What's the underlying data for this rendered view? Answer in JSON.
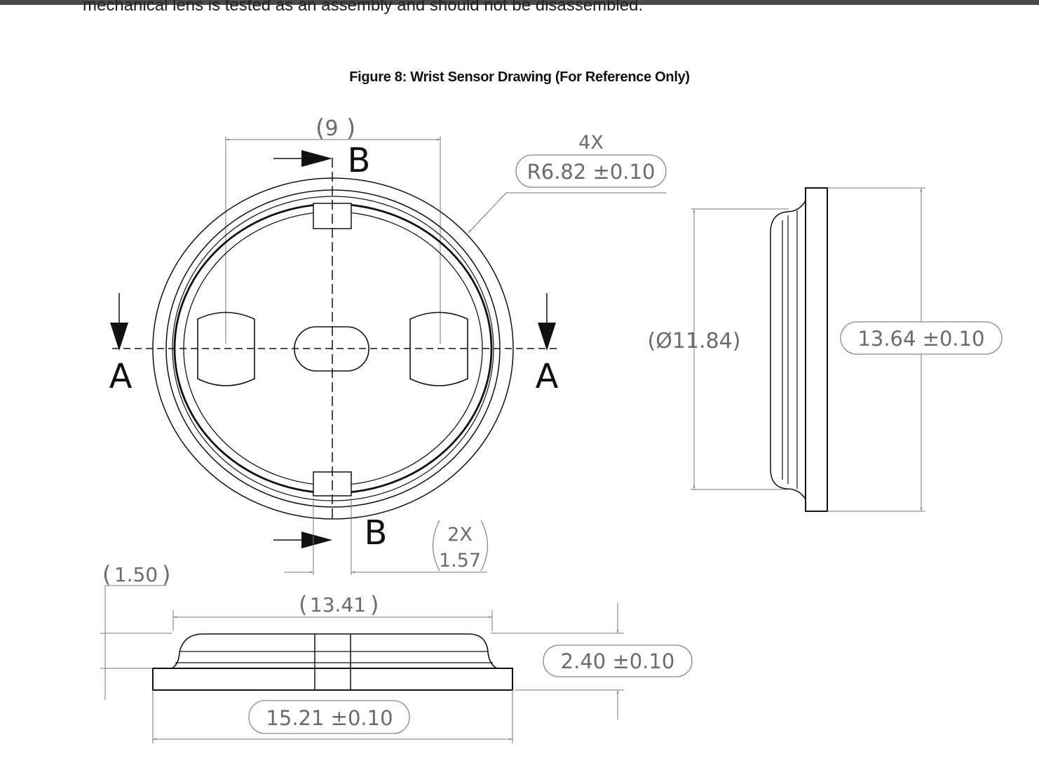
{
  "document": {
    "body_text": "mechanical lens is tested as an assembly and should not be disassembled.",
    "figure_caption": "Figure 8: Wrist Sensor Drawing (For Reference Only)"
  },
  "drawing": {
    "section_labels": {
      "a_left": "A",
      "a_right": "A",
      "b_top": "B",
      "b_bottom": "B"
    },
    "dimensions": {
      "slot_spacing": "9",
      "radius_count": "4X",
      "radius": "R6.82 ±0.10",
      "inner_diameter": "(Ø11.84)",
      "outer_height": "13.64 ±0.10",
      "slot_count": "2X",
      "slot_width": "1.57",
      "flange_thickness": "1.50",
      "top_width": "13.41",
      "base_width": "15.21 ±0.10",
      "total_height": "2.40 ±0.10"
    },
    "colors": {
      "outline": "#111111",
      "dimension_text": "#6b6b6b"
    }
  }
}
